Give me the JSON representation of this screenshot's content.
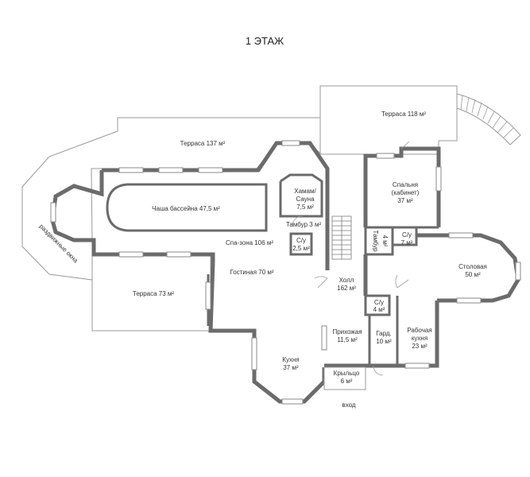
{
  "title": "1 ЭТАЖ",
  "labels": {
    "terrace137_name": "Терраса 137 м²",
    "terrace118_name": "Терраса 118 м²",
    "terrace73_name": "Терраса 73 м²",
    "pool_name": "Чаша бассейна 47,5 м²",
    "hammam_l1": "Хамам/",
    "hammam_l2": "Сауна",
    "hammam_l3": "7,5 м²",
    "vestibule3_name": "Тамбур 3 м²",
    "spa_name": "Спа-зона 106 м²",
    "wc25_l1": "С/у",
    "wc25_l2": "2,5 м²",
    "bedroom_l1": "Спальня",
    "bedroom_l2": "(кабинет)",
    "bedroom_l3": "37 м²",
    "vestibule4_name": "Тамбур",
    "vestibule4_area": "4 м²",
    "wc7_l1": "С/у",
    "wc7_l2": "7 м²",
    "dining_l1": "Столовая",
    "dining_l2": "50 м²",
    "living_name": "Гостиная 70 м²",
    "hall_l1": "Холл",
    "hall_l2": "162 м²",
    "wc4_l1": "С/у",
    "wc4_l2": "4 м²",
    "anteroom_l1": "Прихожая",
    "anteroom_l2": "11,5 м²",
    "wardrobe_l1": "Гард.",
    "wardrobe_l2": "10 м²",
    "workkitchen_l1": "Рабочая",
    "workkitchen_l2": "кухня",
    "workkitchen_l3": "23 м²",
    "kitchen_l1": "Кухня",
    "kitchen_l2": "37 м²",
    "porch_l1": "Крыльцо",
    "porch_l2": "6 м²",
    "entrance": "вход",
    "sliding_windows": "раздвижные окна"
  }
}
